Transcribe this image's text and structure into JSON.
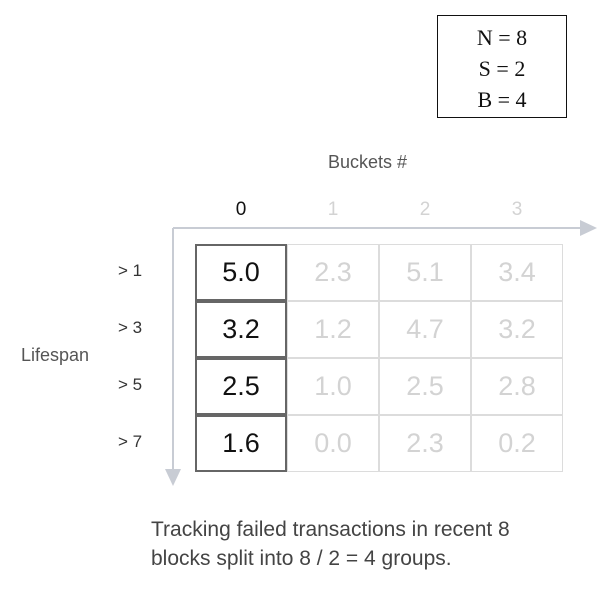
{
  "params": {
    "n": "N = 8",
    "s": "S = 2",
    "b": "B = 4"
  },
  "axes": {
    "x_title": "Buckets #",
    "y_title": "Lifespan",
    "x_ticks": [
      "0",
      "1",
      "2",
      "3"
    ],
    "y_ticks": [
      "> 1",
      "> 3",
      "> 5",
      "> 7"
    ]
  },
  "grid": {
    "highlighted_column": 0,
    "rows": [
      [
        "5.0",
        "2.3",
        "5.1",
        "3.4"
      ],
      [
        "3.2",
        "1.2",
        "4.7",
        "3.2"
      ],
      [
        "2.5",
        "1.0",
        "2.5",
        "2.8"
      ],
      [
        "1.6",
        "0.0",
        "2.3",
        "0.2"
      ]
    ]
  },
  "caption": {
    "line1": "Tracking failed transactions in recent 8",
    "line2": "blocks split into 8 / 2 = 4 groups."
  },
  "colors": {
    "active_border": "#666666",
    "faded_border": "#dcdcdc",
    "faded_text": "#d3d3d3",
    "axis": "#c8ccd4"
  }
}
